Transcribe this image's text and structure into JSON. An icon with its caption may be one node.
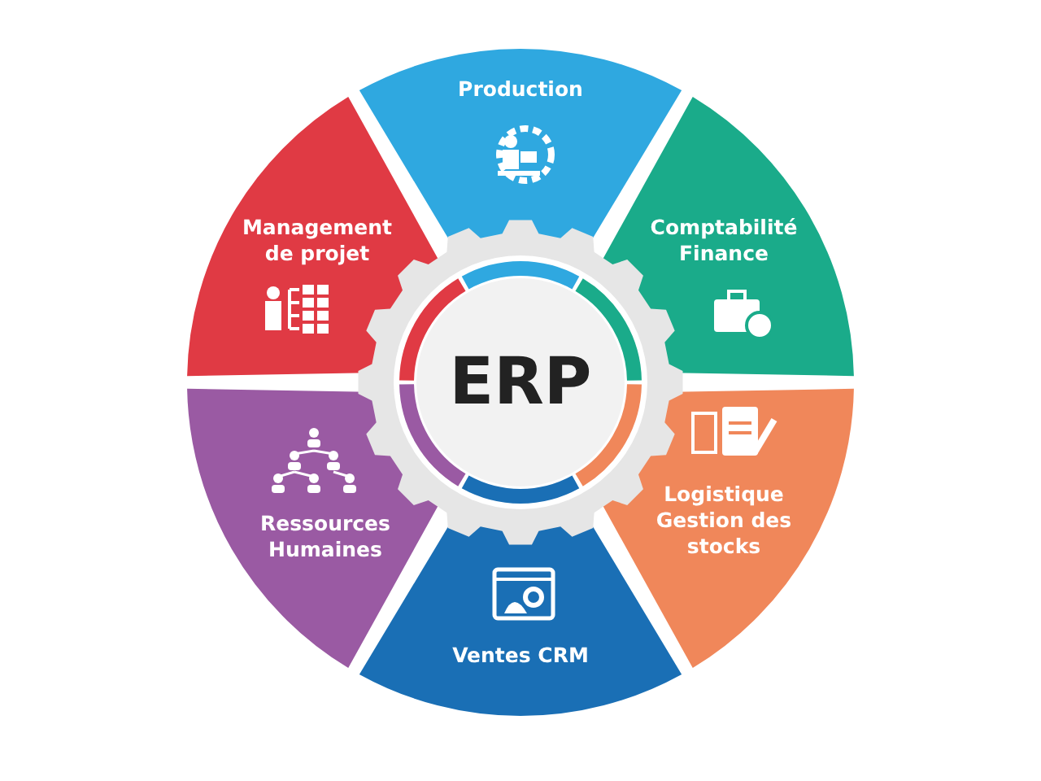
{
  "diagram": {
    "nodes": [
      {
        "text": [
          "ERP"
        ]
      },
      {
        "text": [
          "Production"
        ]
      },
      {
        "text": [
          "Comptabilité Finance"
        ]
      },
      {
        "text": [
          "Logistique Gestion des stocks"
        ]
      },
      {
        "text": [
          "Ventes CRM"
        ]
      },
      {
        "text": [
          "Ressources Humaines"
        ]
      },
      {
        "text": [
          "Management de projet"
        ]
      }
    ]
  }
}
